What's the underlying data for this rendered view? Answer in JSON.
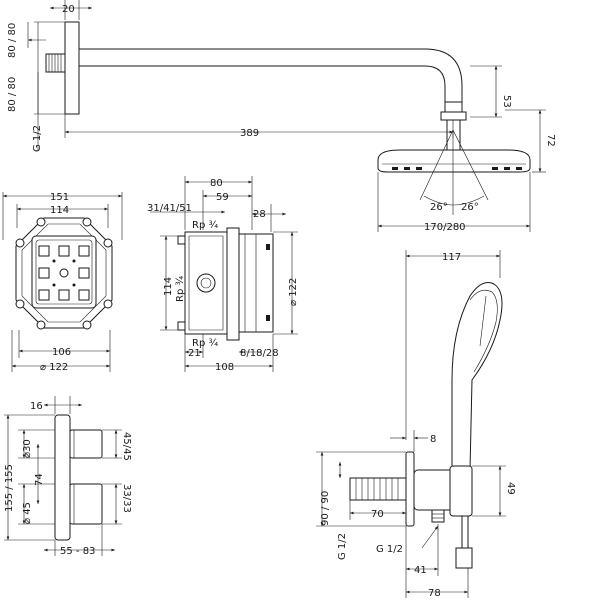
{
  "palette": {
    "line": "#1a1a1a",
    "background": "#ffffff"
  },
  "shower_arm": {
    "dim_width": "20",
    "dim_height_top": "80 / 80",
    "dim_height_side": "80 / 80",
    "thread": "G 1/2",
    "dim_length": "389",
    "dim_drop": "53",
    "dim_head_height": "72",
    "dim_angle_left": "26°",
    "dim_angle_right": "26°",
    "dim_head_diameter": "170/280"
  },
  "body_front": {
    "dim_outer": "151",
    "dim_inner": "114",
    "dim_bottom_inner": "106",
    "dim_bottom_outer": "⌀ 122"
  },
  "body_side": {
    "dim_80": "80",
    "dim_59": "59",
    "dim_stack": "31/41/51",
    "dim_28": "28",
    "thread_top": "Rp ¾",
    "thread_mid": "Rp ¾",
    "thread_bottom": "Rp ¾",
    "dim_height": "114",
    "dim_diameter": "⌀ 122",
    "dim_21": "21",
    "dim_8_18_28": "8/18/28",
    "dim_108": "108"
  },
  "trim": {
    "dim_16": "16",
    "dim_155": "155 / 155",
    "dim_d30": "⌀30",
    "dim_74": "74",
    "dim_d45": "⌀ 45",
    "dim_45_45": "45/45",
    "dim_33_33": "33/33",
    "dim_55_83": "55 - 83"
  },
  "hand_shower": {
    "dim_117": "117",
    "dim_8": "8",
    "dim_90": "90 / 90",
    "dim_49": "49",
    "dim_70": "70",
    "thread_left": "G 1/2",
    "thread_bottom": "G 1/2",
    "dim_41": "41",
    "dim_78": "78"
  }
}
